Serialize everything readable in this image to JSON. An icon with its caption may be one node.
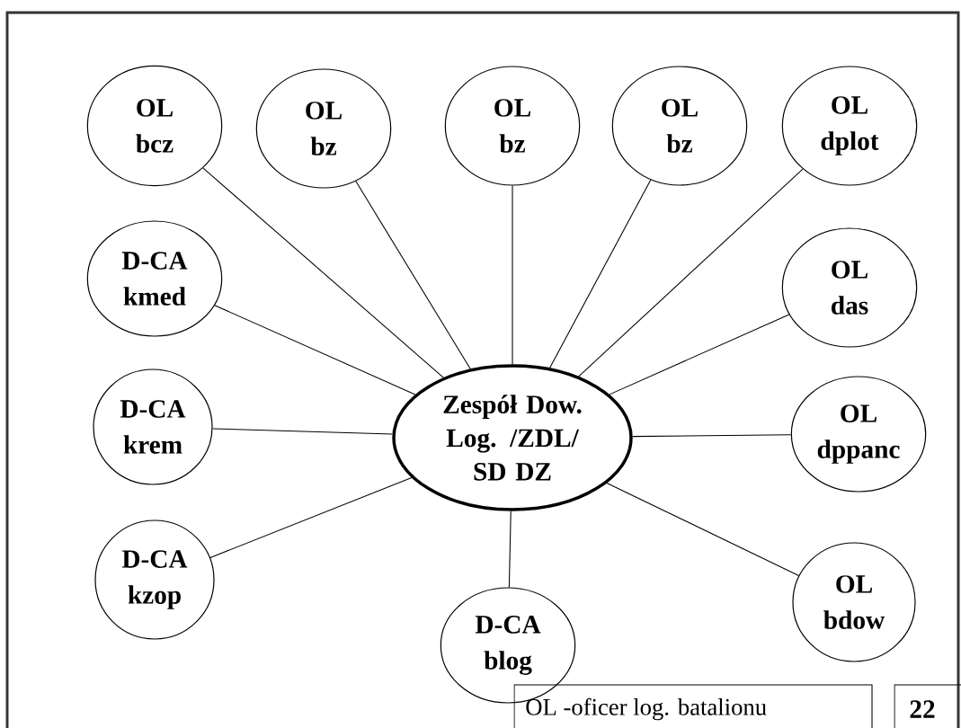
{
  "diagram": {
    "nodes": [
      {
        "text": [
          "Zespół Dow. Log. /ZDL/ SD DZ"
        ]
      },
      {
        "text": [
          "OL",
          "bcz"
        ]
      },
      {
        "text": [
          "OL",
          "bz"
        ]
      },
      {
        "text": [
          "OL",
          "bz"
        ]
      },
      {
        "text": [
          "OL",
          "bz"
        ]
      },
      {
        "text": [
          "OL",
          "dplot"
        ]
      },
      {
        "text": [
          "D-CA",
          "kmed"
        ]
      },
      {
        "text": [
          "OL",
          "das"
        ]
      },
      {
        "text": [
          "D-CA",
          "krem"
        ]
      },
      {
        "text": [
          "OL",
          "dppanc"
        ]
      },
      {
        "text": [
          "D-CA",
          "kzop"
        ]
      },
      {
        "text": [
          "D-CA",
          "blog"
        ]
      },
      {
        "text": [
          "OL",
          "bdow"
        ]
      }
    ],
    "edges": [
      {
        "from": 0,
        "to": 1,
        "arrow": "none"
      },
      {
        "from": 0,
        "to": 2,
        "arrow": "none"
      },
      {
        "from": 0,
        "to": 3,
        "arrow": "none"
      },
      {
        "from": 0,
        "to": 4,
        "arrow": "none"
      },
      {
        "from": 0,
        "to": 5,
        "arrow": "none"
      },
      {
        "from": 0,
        "to": 6,
        "arrow": "none"
      },
      {
        "from": 0,
        "to": 7,
        "arrow": "none"
      },
      {
        "from": 0,
        "to": 8,
        "arrow": "none"
      },
      {
        "from": 0,
        "to": 9,
        "arrow": "none"
      },
      {
        "from": 0,
        "to": 10,
        "arrow": "none"
      },
      {
        "from": 0,
        "to": 11,
        "arrow": "none"
      },
      {
        "from": 0,
        "to": 12,
        "arrow": "none"
      }
    ],
    "labels": [
      "OL -oficer log. batalionu",
      "22"
    ]
  }
}
